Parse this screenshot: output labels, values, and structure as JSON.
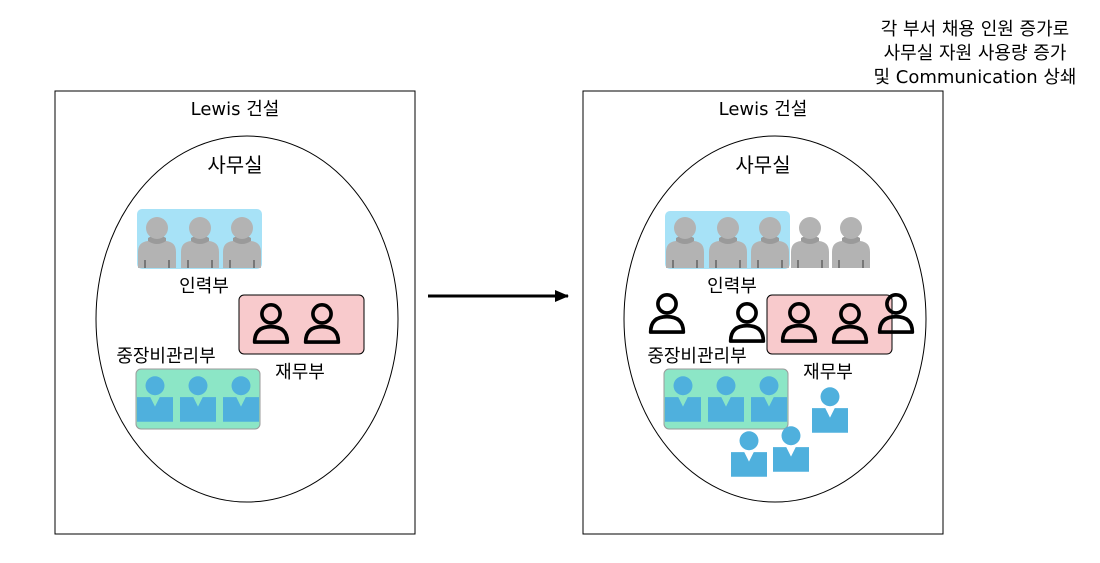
{
  "note": {
    "lines": [
      "각 부서 채용 인원 증가로",
      "사무실 자원 사용량 증가",
      "및 Communication 상쇄"
    ]
  },
  "before": {
    "company": "Lewis 건설",
    "office": "사무실",
    "dept_hr": "인력부",
    "dept_finance": "재무부",
    "dept_equipment": "중장비관리부"
  },
  "after": {
    "company": "Lewis 건설",
    "office": "사무실",
    "dept_hr": "인력부",
    "dept_finance": "재무부",
    "dept_equipment": "중장비관리부"
  },
  "colors": {
    "hr_group": "#a7e2f7",
    "finance_group": "#f8cacc",
    "equipment_group": "#8ce6c6",
    "gray_person": "#b3b3b3",
    "blue_person": "#4fb0dd"
  },
  "icons": {
    "hr_person": "gray-person-icon",
    "finance_person": "outline-person-icon",
    "equipment_person": "blue-worker-icon"
  }
}
